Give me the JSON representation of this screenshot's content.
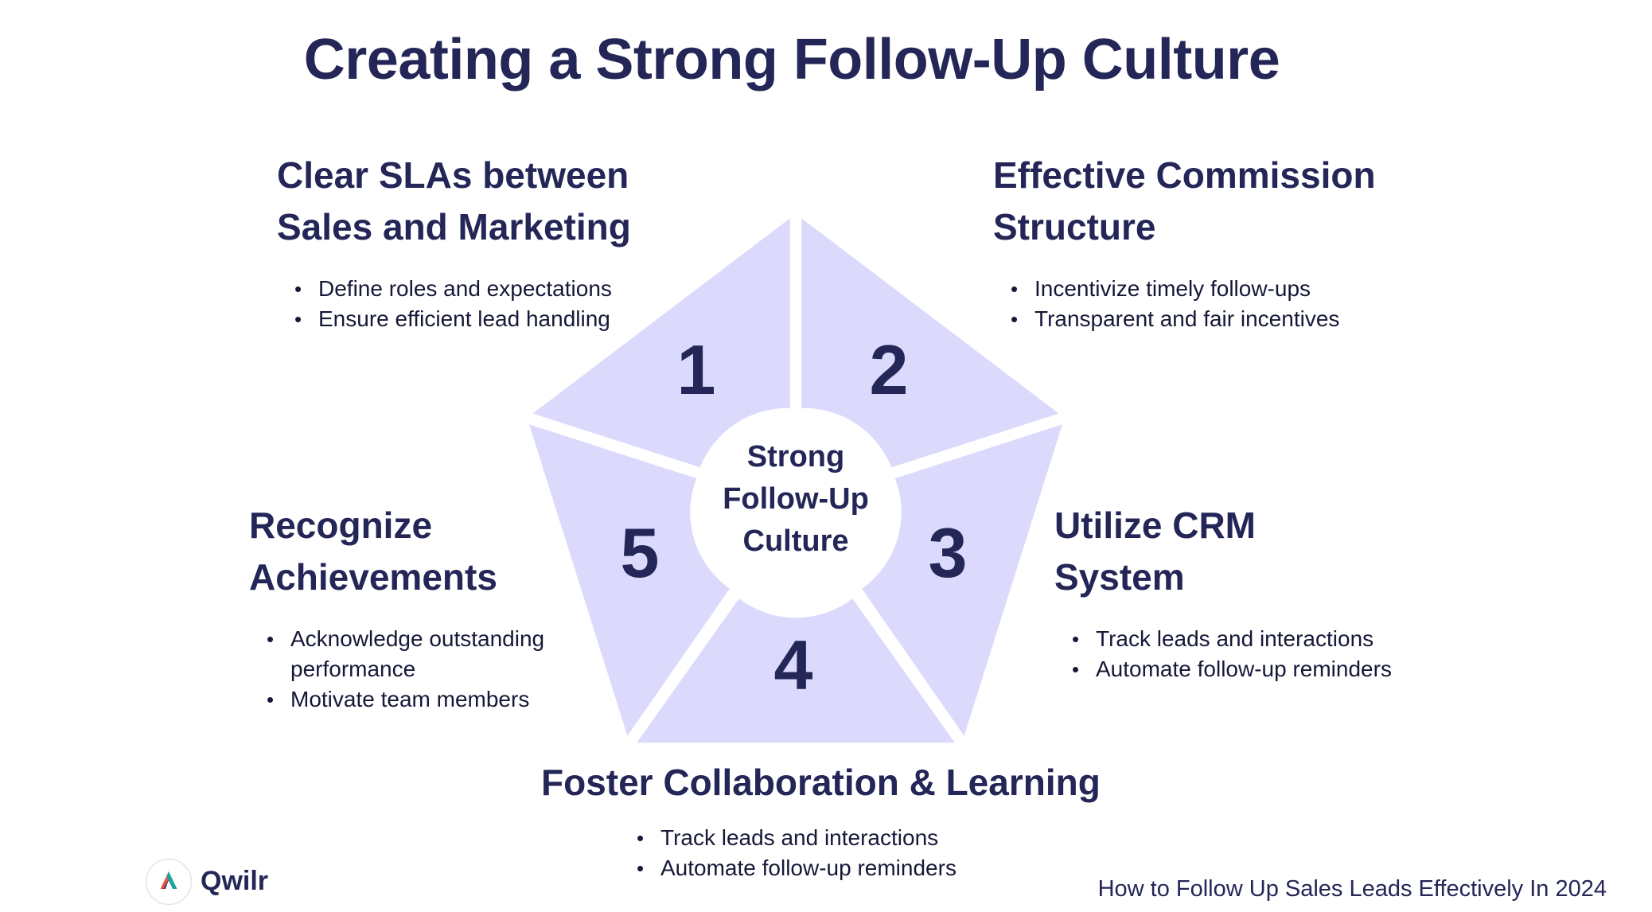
{
  "title": "Creating a Strong Follow-Up Culture",
  "center": {
    "lines": [
      "Strong",
      "Follow-Up",
      "Culture"
    ]
  },
  "segments": [
    {
      "number": "1",
      "heading_lines": [
        "Clear SLAs between",
        "Sales and Marketing"
      ],
      "bullets": [
        [
          "Define roles and expectations"
        ],
        [
          "Ensure efficient lead handling"
        ]
      ]
    },
    {
      "number": "2",
      "heading_lines": [
        "Effective Commission",
        "Structure"
      ],
      "bullets": [
        [
          "Incentivize timely follow-ups"
        ],
        [
          "Transparent and fair incentives"
        ]
      ]
    },
    {
      "number": "3",
      "heading_lines": [
        "Utilize CRM",
        "System"
      ],
      "bullets": [
        [
          "Track leads and interactions"
        ],
        [
          "Automate follow-up reminders"
        ]
      ]
    },
    {
      "number": "4",
      "heading_lines": [
        "Foster Collaboration & Learning"
      ],
      "bullets": [
        [
          "Track leads and interactions"
        ],
        [
          "Automate follow-up reminders"
        ]
      ]
    },
    {
      "number": "5",
      "heading_lines": [
        "Recognize",
        "Achievements"
      ],
      "bullets": [
        [
          "Acknowledge outstanding",
          "performance"
        ],
        [
          "Motivate team members"
        ]
      ]
    }
  ],
  "brand": {
    "name": "Qwilr",
    "icon": "qwilr-logo-icon"
  },
  "footer_caption": "How to Follow Up Sales Leads Effectively In 2024",
  "colors": {
    "navy": "#232657",
    "segment_fill": "#dcdafc",
    "logo_red": "#e8524a",
    "logo_teal": "#1aa69a"
  }
}
